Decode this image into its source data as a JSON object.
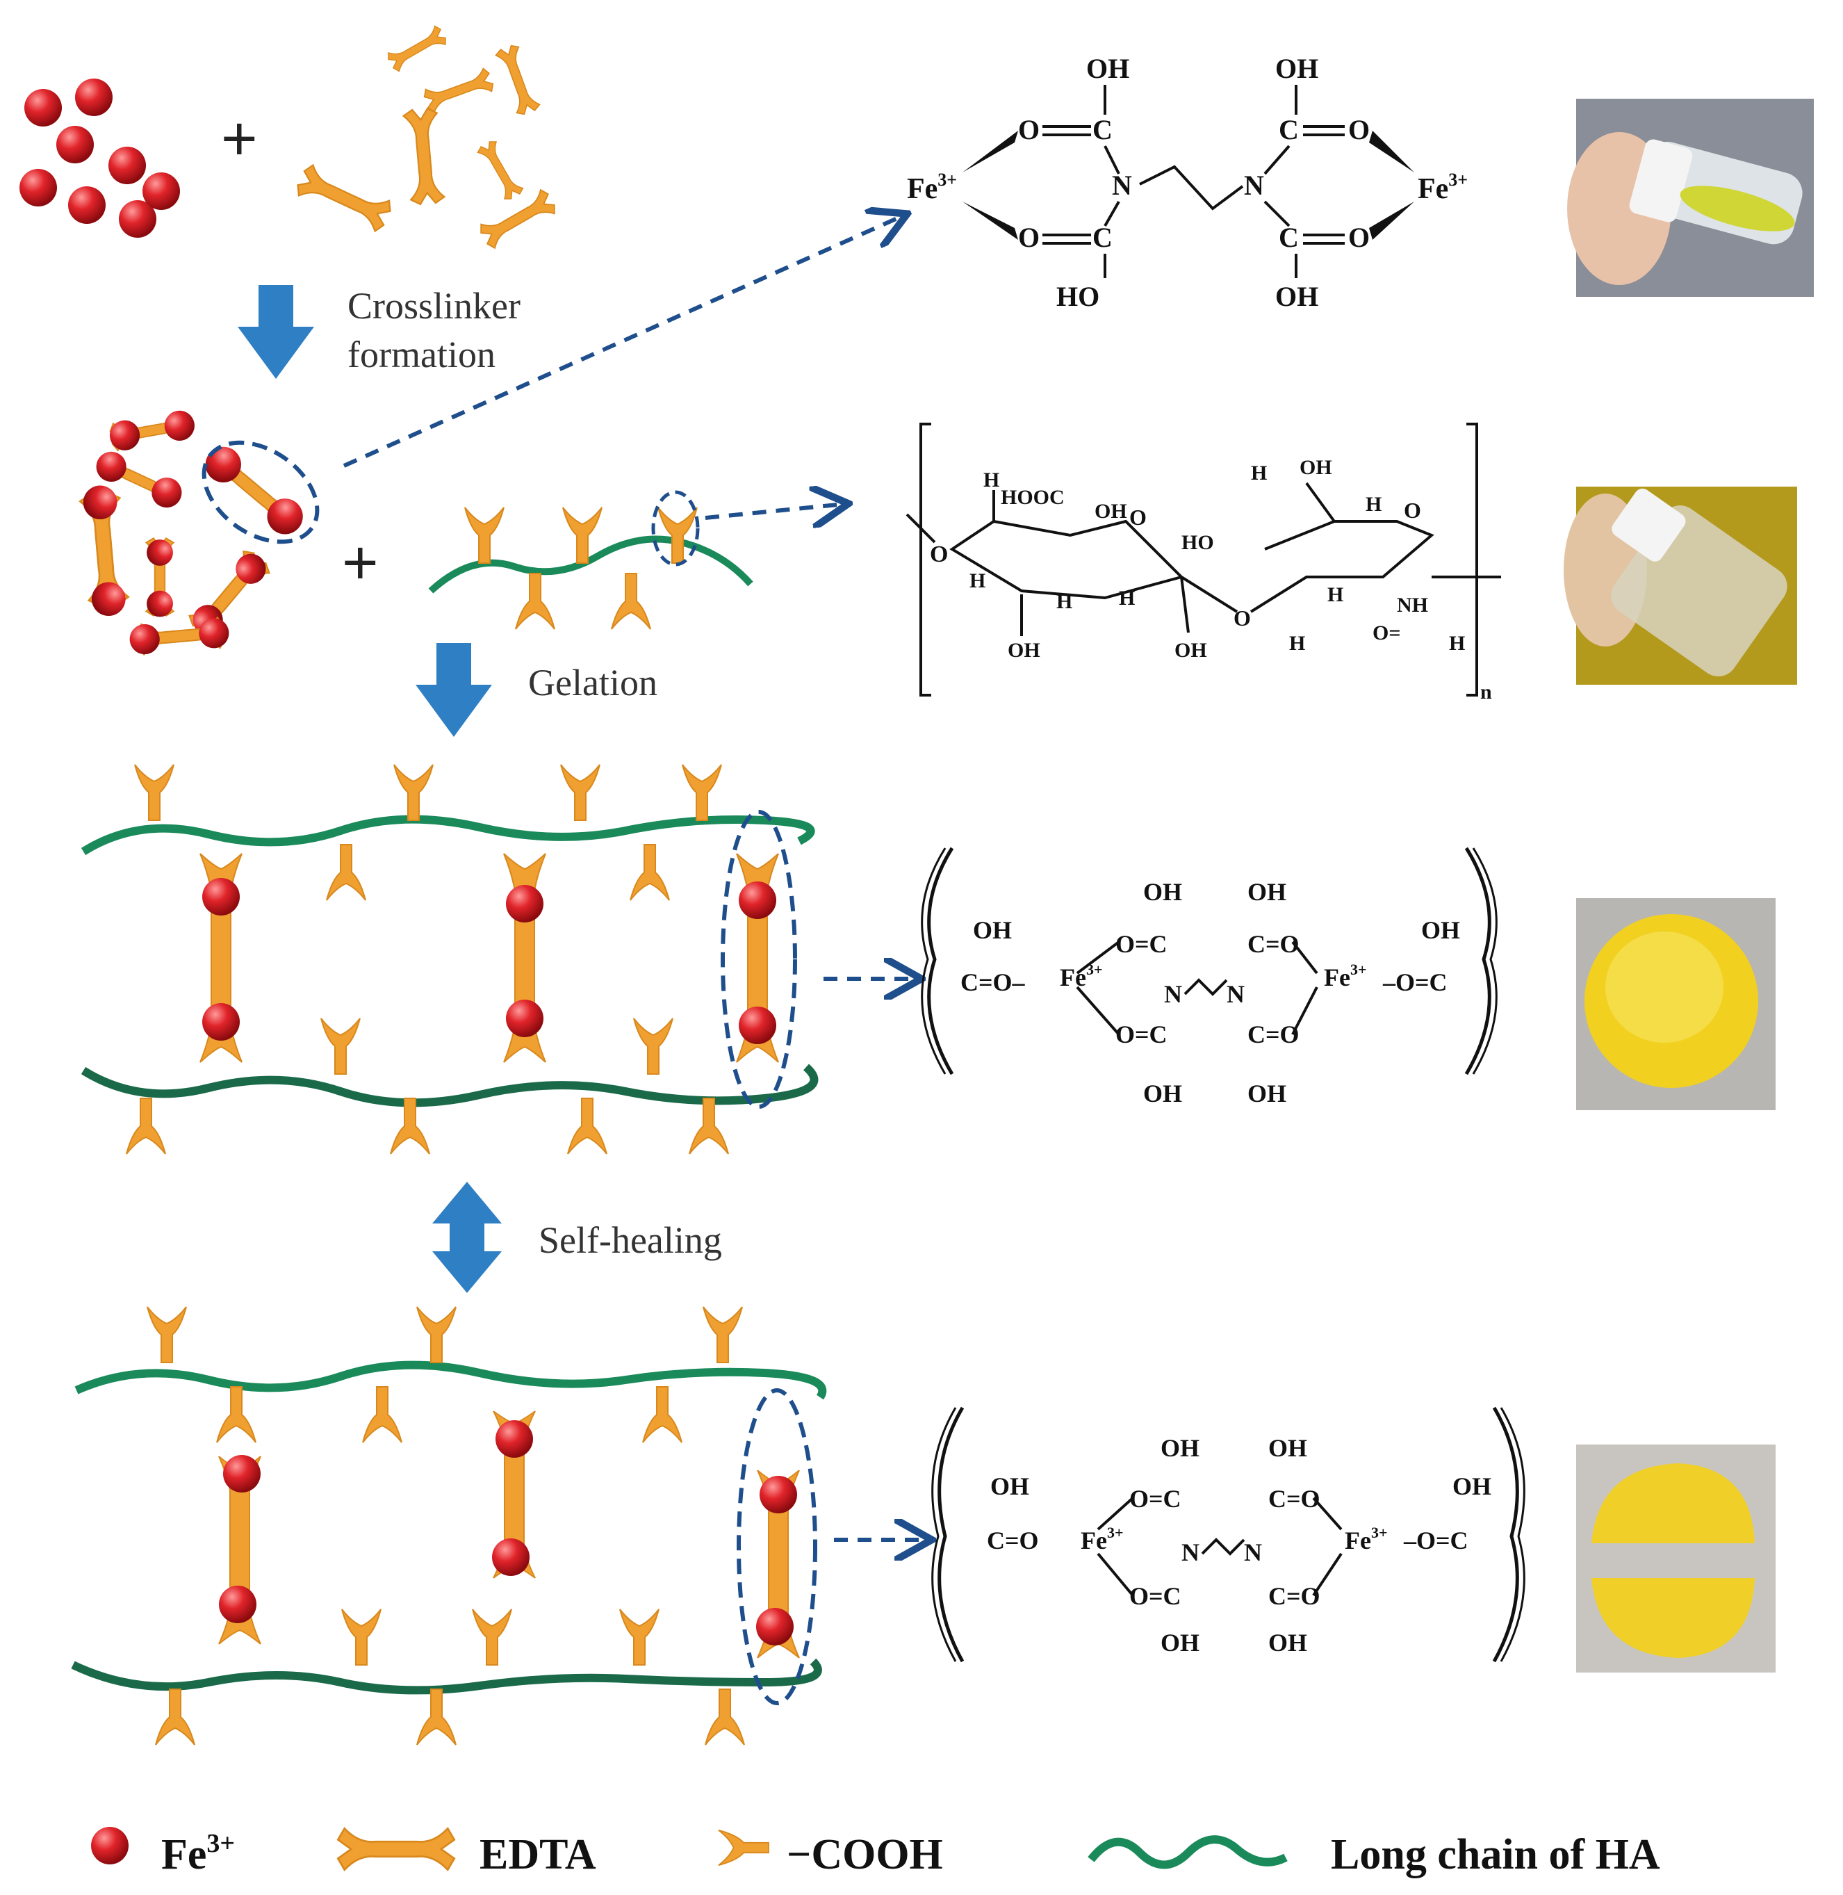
{
  "steps": {
    "crosslinker": [
      "Crosslinker",
      "formation"
    ],
    "gelation": "Gelation",
    "self_healing": "Self-healing"
  },
  "chem": {
    "oh": "OH",
    "ho": "HO",
    "fe": "Fe",
    "fe_charge": "3+",
    "n": "N",
    "c_eq_o": "C=O",
    "o_eq_c": "O=C",
    "o": "O",
    "c": "C",
    "h": "H",
    "hooc": "HOOC",
    "nh": "NH",
    "o_eq": "O=",
    "n_sub": "n",
    "o_carb": "O",
    "c_eq_o_free": "C=O"
  },
  "legend": {
    "fe": "Fe",
    "fe_charge": "3+",
    "edta": "EDTA",
    "cooh": "−COOH",
    "ha": "Long chain of HA"
  },
  "colors": {
    "fe_red": "#e0242a",
    "edta_orange": "#f0a030",
    "ha_green": "#1a8a5a",
    "arrow_blue": "#2f7fc4",
    "dash_blue": "#1f4e8c"
  }
}
